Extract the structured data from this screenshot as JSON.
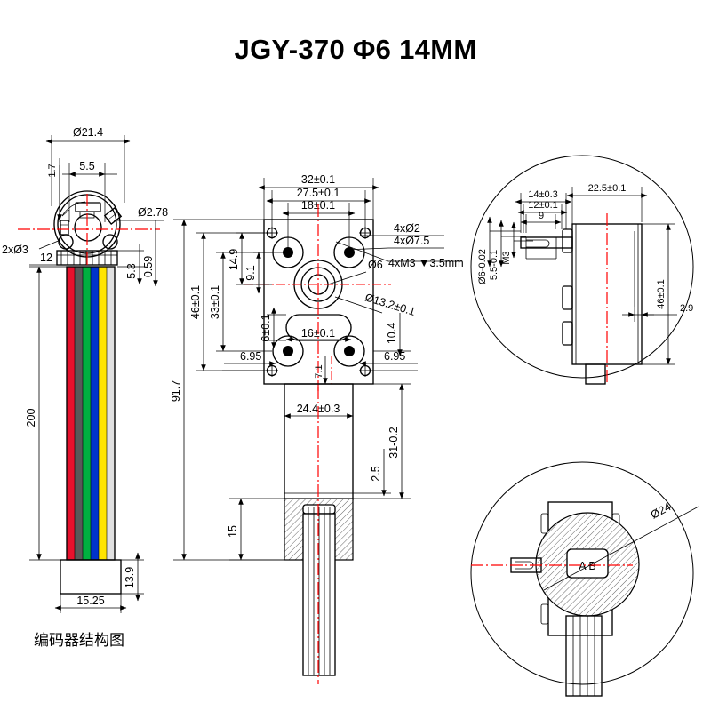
{
  "drawing": {
    "title": "JGY-370 Φ6 14MM",
    "caption": "编码器结构图",
    "background": "#ffffff",
    "line_color": "#000000",
    "centerline_color": "#ff0000"
  },
  "views": {
    "encoder": {
      "name": "encoder-assembly-view",
      "dimensions": {
        "board_diameter": "Ø21.4",
        "offset_left": "1.7",
        "component_width": "5.5",
        "hole_small": "Ø2.78",
        "holes_two": "2xØ3",
        "width_12": "12",
        "height_53": "5.3",
        "thickness_059": "0.59",
        "cable_length": "200",
        "connector_height": "13.9",
        "connector_width": "15.25"
      },
      "wire_colors": [
        "#e8112d",
        "#595959",
        "#00b140",
        "#0033cc",
        "#ffe400",
        "#e0e0e0"
      ],
      "connector_color": "#4d4d4d"
    },
    "main": {
      "name": "gearbox-front-view",
      "dimensions": {
        "overall_height": "91.7",
        "body_width": "32±0.1",
        "hole_pitch_275": "27.5±0.1",
        "hole_pitch_18": "18±0.1",
        "height_46": "46±0.1",
        "height_33": "33±0.1",
        "dim_149": "14.9",
        "dim_91": "9.1",
        "dim_6": "6±0.1",
        "dim_16": "16±0.1",
        "dim_104": "10.4",
        "dim_695_left": "6.95",
        "dim_695_right": "6.95",
        "dim_71": "7.1",
        "motor_width": "24.4±0.3",
        "motor_height": "31-0.2",
        "dim_25": "2.5",
        "dim_15": "15"
      },
      "callouts": {
        "holes_2": "4xØ2",
        "holes_75": "4xØ7.5",
        "thread_m3": "4xM3 ▼3.5mm",
        "shaft": "Ø6",
        "boss": "Ø13.2±0.1"
      }
    },
    "detail_top": {
      "name": "side-view-detail",
      "dimensions": {
        "shaft_length_14": "14±0.3",
        "shaft_length_12": "12±0.1",
        "flat_9": "9",
        "body_depth": "22.5±0.1",
        "shaft_dia": "Ø6-0.02",
        "flat_height": "5.5-0.1",
        "thread": "M3",
        "height_46": "46±0.1",
        "dim_29": "2.9"
      }
    },
    "detail_bottom": {
      "name": "motor-diameter-detail",
      "dimensions": {
        "motor_dia": "Ø24"
      },
      "labels": {
        "datum": "A B"
      }
    }
  }
}
